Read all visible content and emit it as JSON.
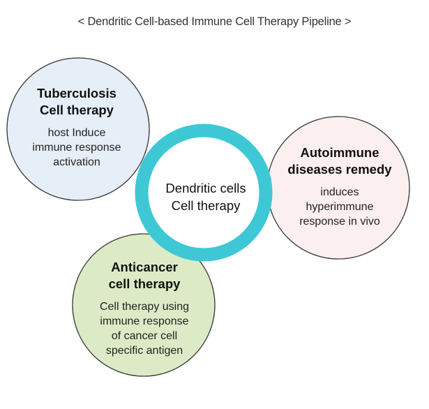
{
  "title": "< Dendritic Cell-based Immune Cell Therapy Pipeline >",
  "center": {
    "line1": "Dendritic cells",
    "line2": "Cell therapy",
    "ring_color": "#3ec8d6"
  },
  "nodes": {
    "tuberculosis": {
      "heading1": "Tuberculosis",
      "heading2": "Cell therapy",
      "desc1": "host Induce",
      "desc2": "immune response",
      "desc3": "activation",
      "fill": "#e6eef8"
    },
    "autoimmune": {
      "heading1": "Autoimmune",
      "heading2": "diseases remedy",
      "desc1": "induces",
      "desc2": "hyperimmune",
      "desc3": "response in vivo",
      "fill": "#fbefef"
    },
    "anticancer": {
      "heading1": "Anticancer",
      "heading2": "cell therapy",
      "desc1": "Cell therapy using",
      "desc2": "immune response",
      "desc3": "of cancer cell",
      "desc4": "specific antigen",
      "fill": "#dcebc6"
    }
  }
}
